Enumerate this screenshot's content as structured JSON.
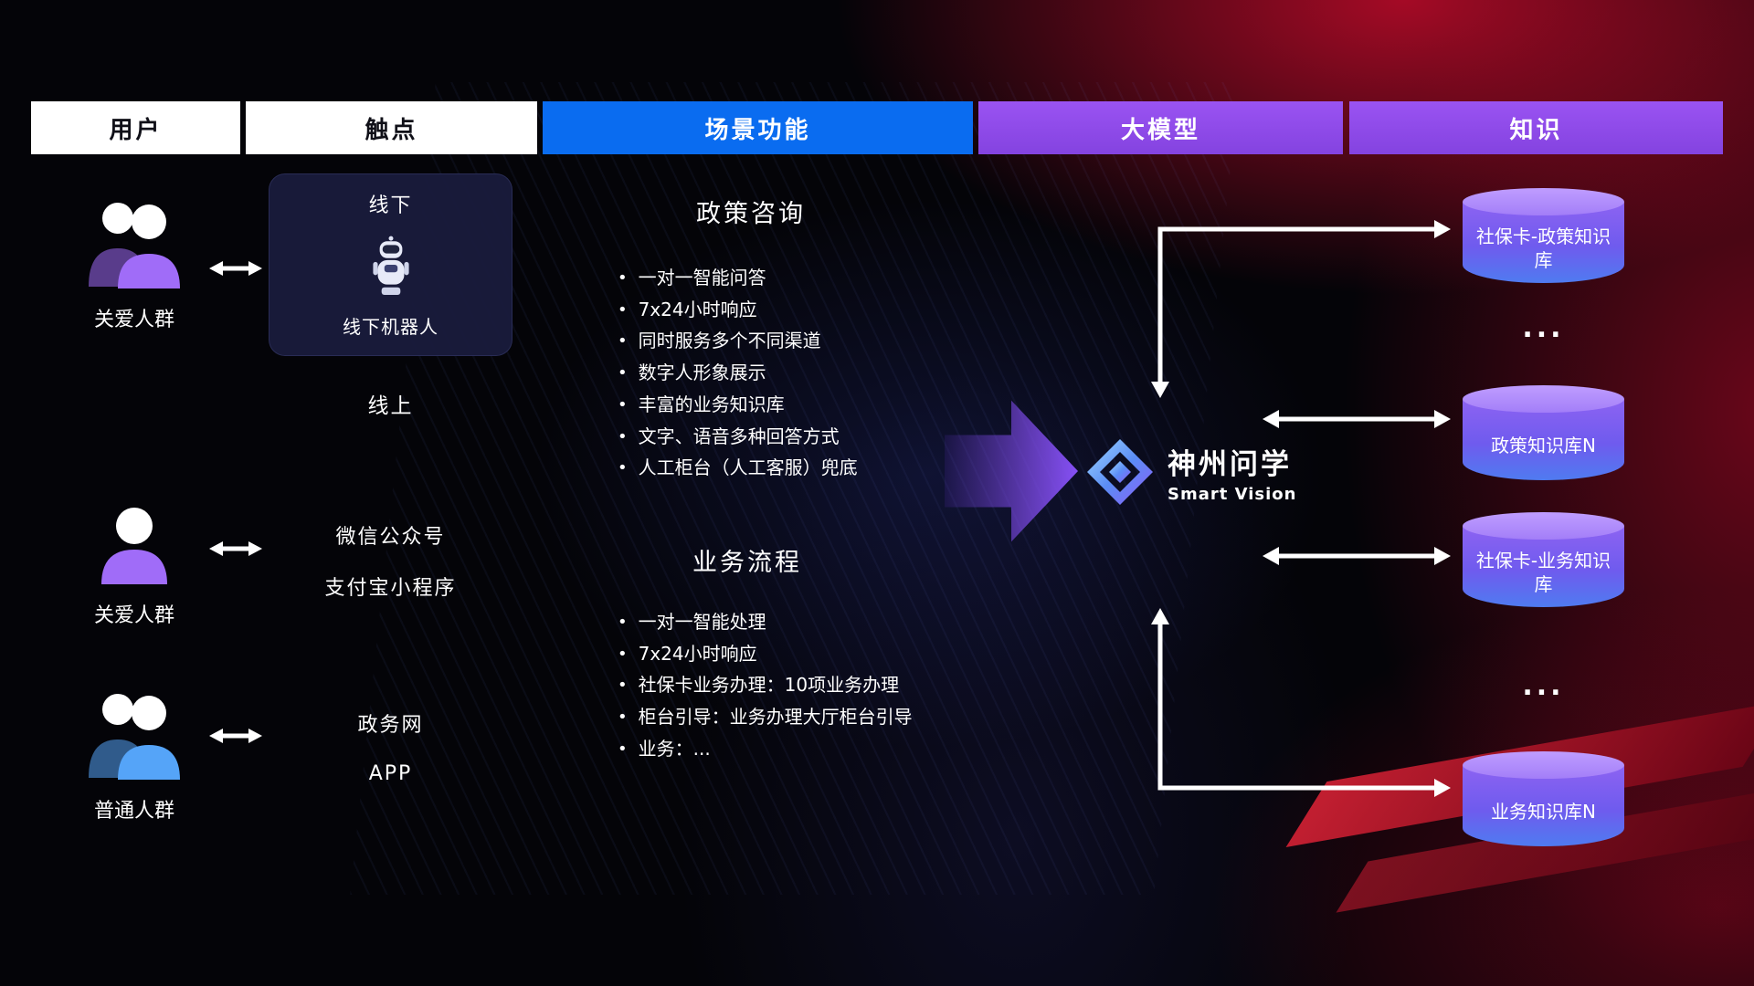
{
  "headers": {
    "user": "用户",
    "touchpoint": "触点",
    "scenario": "场景功能",
    "model": "大模型",
    "knowledge": "知识"
  },
  "users": [
    {
      "label": "关爱人群",
      "icon": "two-people-purple"
    },
    {
      "label": "关爱人群",
      "icon": "person-purple"
    },
    {
      "label": "普通人群",
      "icon": "two-people-blue"
    }
  ],
  "touchpoints": {
    "offline_title": "线下",
    "offline_robot_label": "线下机器人",
    "online_title": "线上",
    "wechat": "微信公众号",
    "alipay": "支付宝小程序",
    "gov_web": "政务网",
    "app": "APP"
  },
  "scenario": {
    "policy": {
      "title": "政策咨询",
      "items": [
        "一对一智能问答",
        "7x24小时响应",
        "同时服务多个不同渠道",
        "数字人形象展示",
        "丰富的业务知识库",
        "文字、语音多种回答方式",
        "人工柜台（人工客服）兜底"
      ]
    },
    "business": {
      "title": "业务流程",
      "items": [
        "一对一智能处理",
        "7x24小时响应",
        "社保卡业务办理：10项业务办理",
        "柜台引导：业务办理大厅柜台引导",
        "业务：..."
      ]
    }
  },
  "model": {
    "name": "神州问学",
    "subtitle": "Smart Vision"
  },
  "knowledge": {
    "db1": "社保卡-政策知识库",
    "ellipsis1": "...",
    "db2": "政策知识库N",
    "db3": "社保卡-业务知识库",
    "ellipsis2": "...",
    "db4": "业务知识库N"
  },
  "icons": {
    "care_group": "two-people-icon",
    "single_person": "person-icon",
    "general_group": "two-people-icon",
    "offline_robot": "robot-icon",
    "brand_logo": "diamond-logo-icon",
    "flow_arrow": "block-right-arrow",
    "exchange_arrow": "double-headed-arrow"
  },
  "colors": {
    "hdr_blue": "#0a6cf0",
    "hdr_purple": "#9a53f2",
    "user_purple": "#a06cf8",
    "user_blue": "#55a4f8",
    "cyl_top": "#bf9dff",
    "cyl_mid": "#8d63f2",
    "cyl_bot": "#4f7bf0",
    "arrow_purple": "#8650f5"
  }
}
